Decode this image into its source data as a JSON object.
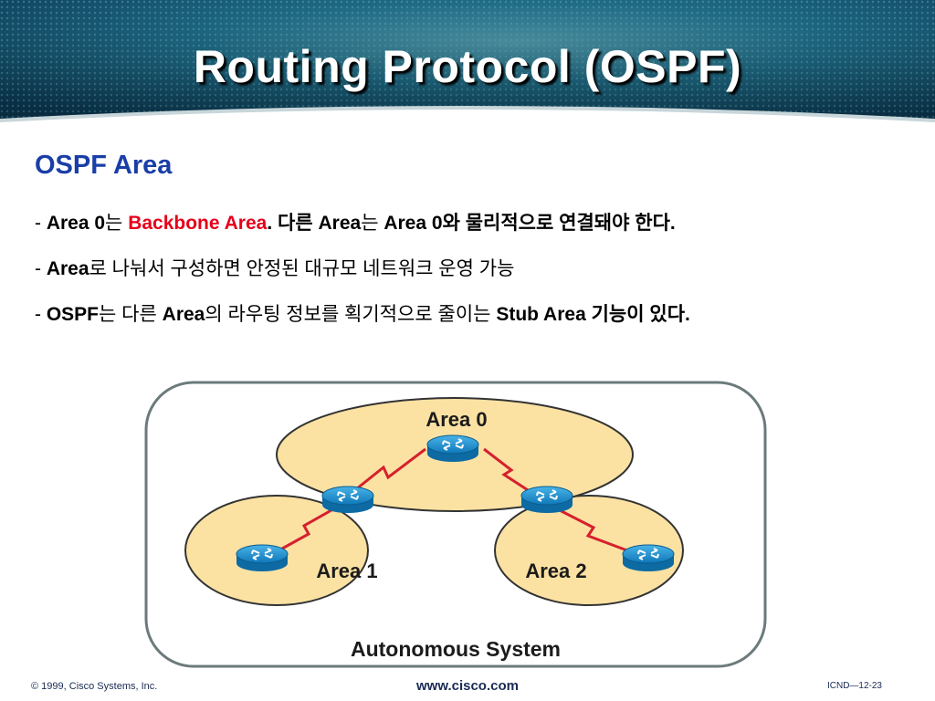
{
  "slide": {
    "title": "Routing Protocol (OSPF)",
    "section_title": "OSPF Area"
  },
  "bullets": [
    {
      "dash": "- ",
      "parts": [
        "Area 0",
        "는 ",
        "Backbone Area",
        ". 다른 ",
        "Area",
        "는 ",
        "Area 0",
        "와 물리적으로 연결돼야 한다."
      ]
    },
    {
      "dash": "- ",
      "parts": [
        "Area",
        "로 나눠서 구성하면 안정된 대규모 네트워크 운영 가능"
      ]
    },
    {
      "dash": "- ",
      "parts": [
        "OSPF",
        "는 다른 ",
        "Area",
        "의 라우팅 정보를 획기적으로 줄이는 ",
        "Stub Area",
        " 기능이 있다."
      ]
    }
  ],
  "diagram": {
    "area0_label": "Area 0",
    "area1_label": "Area 1",
    "area2_label": "Area 2",
    "as_label": "Autonomous System",
    "colors": {
      "area_fill": "#fbe2a3",
      "router_blue": "#1b8fd0",
      "link_red": "#d6202e",
      "border_gray": "#6c7a7c"
    }
  },
  "footer": {
    "copyright": "© 1999, Cisco Systems, Inc.",
    "url": "www.cisco.com",
    "page": "ICND—12-23"
  }
}
